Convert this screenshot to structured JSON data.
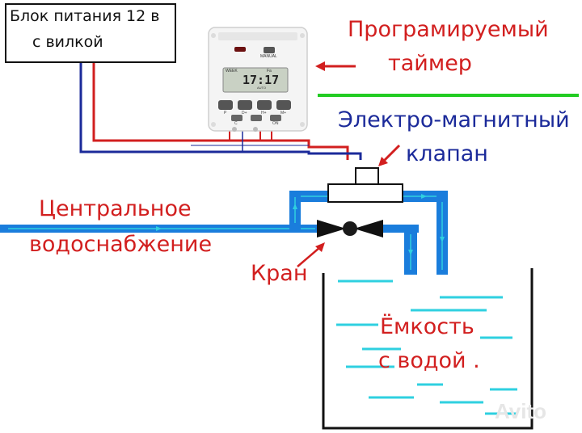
{
  "power_supply": {
    "line1": "Блок питания 12 в",
    "line2": "с вилкой"
  },
  "timer_label": {
    "line1": "Програмируемый",
    "line2": "таймер"
  },
  "valve_label": {
    "line1": "Электро-магнитный",
    "line2": "клапан"
  },
  "supply_label": {
    "line1": "Центральное",
    "line2": "водоснабжение"
  },
  "tap_label": "Кран",
  "tank_label": {
    "line1": "Ёмкость",
    "line2": "с водой ."
  },
  "timer_device": {
    "week": "WEEK",
    "fa": "Fa",
    "manual": "MANUAL",
    "time": "17:17",
    "ampm": "AUTO",
    "buttons": [
      "P",
      "D+",
      "H+",
      "M+"
    ],
    "bottom_buttons": [
      "C",
      "",
      "ON"
    ]
  },
  "watermark": "Avito",
  "colors": {
    "red": "#d21f1f",
    "blue": "#1b2a9a",
    "pipe": "#1a7ddc",
    "water": "#2fd0e0",
    "green": "#22cc22"
  }
}
